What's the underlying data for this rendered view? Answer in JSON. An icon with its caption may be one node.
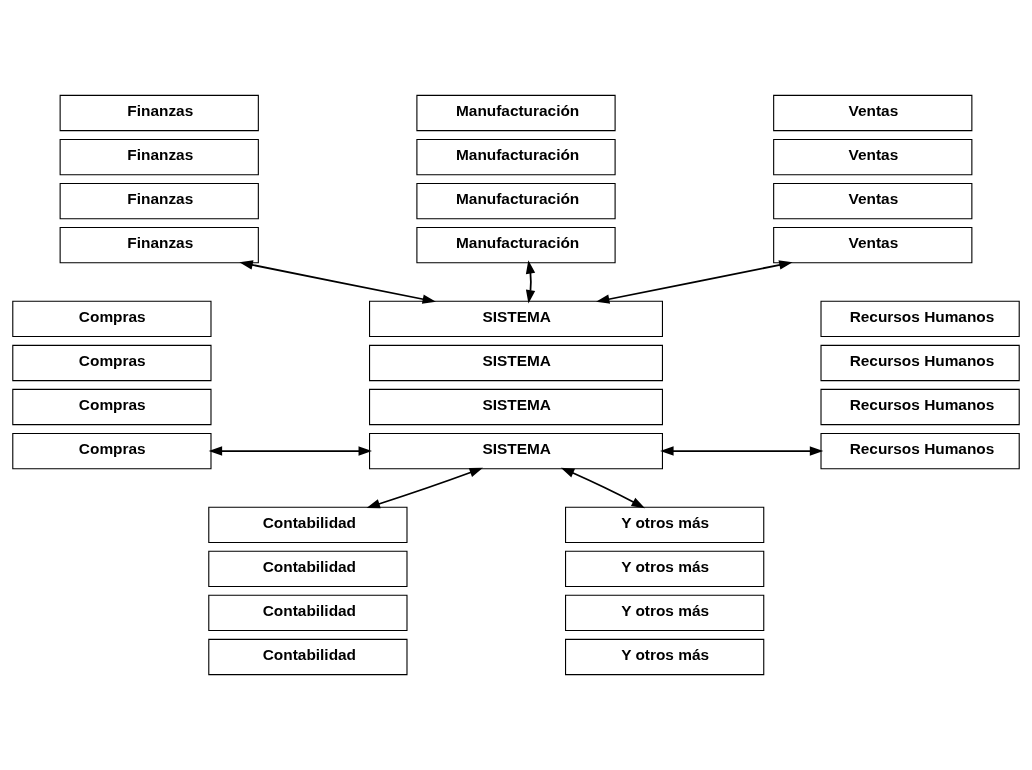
{
  "diagram": {
    "nodes": [
      {
        "text": [
          "Finanzas"
        ]
      },
      {
        "text": [
          "Finanzas"
        ]
      },
      {
        "text": [
          "Finanzas"
        ]
      },
      {
        "text": [
          "Finanzas"
        ]
      },
      {
        "text": [
          "Manufacturación"
        ]
      },
      {
        "text": [
          "Manufacturación"
        ]
      },
      {
        "text": [
          "Manufacturación"
        ]
      },
      {
        "text": [
          "Manufacturación"
        ]
      },
      {
        "text": [
          "Ventas"
        ]
      },
      {
        "text": [
          "Ventas"
        ]
      },
      {
        "text": [
          "Ventas"
        ]
      },
      {
        "text": [
          "Ventas"
        ]
      },
      {
        "text": [
          "Compras"
        ]
      },
      {
        "text": [
          "Compras"
        ]
      },
      {
        "text": [
          "Compras"
        ]
      },
      {
        "text": [
          "Compras"
        ]
      },
      {
        "text": [
          "SISTEMA"
        ]
      },
      {
        "text": [
          "SISTEMA"
        ]
      },
      {
        "text": [
          "SISTEMA"
        ]
      },
      {
        "text": [
          "SISTEMA"
        ]
      },
      {
        "text": [
          "Recursos Humanos"
        ]
      },
      {
        "text": [
          "Recursos Humanos"
        ]
      },
      {
        "text": [
          "Recursos Humanos"
        ]
      },
      {
        "text": [
          "Recursos Humanos"
        ]
      },
      {
        "text": [
          "Contabilidad"
        ]
      },
      {
        "text": [
          "Contabilidad"
        ]
      },
      {
        "text": [
          "Contabilidad"
        ]
      },
      {
        "text": [
          "Contabilidad"
        ]
      },
      {
        "text": [
          "Y otros más"
        ]
      },
      {
        "text": [
          "Y otros más"
        ]
      },
      {
        "text": [
          "Y otros más"
        ]
      },
      {
        "text": [
          "Y otros más"
        ]
      }
    ],
    "edges": [
      {
        "from": 3,
        "to": 16,
        "arrow": "both"
      },
      {
        "from": 7,
        "to": 16,
        "arrow": "both"
      },
      {
        "from": 11,
        "to": 16,
        "arrow": "both"
      },
      {
        "from": 15,
        "to": 19,
        "arrow": "both"
      },
      {
        "from": 19,
        "to": 23,
        "arrow": "both"
      },
      {
        "from": 19,
        "to": 24,
        "arrow": "both"
      },
      {
        "from": 19,
        "to": 28,
        "arrow": "both"
      }
    ]
  }
}
